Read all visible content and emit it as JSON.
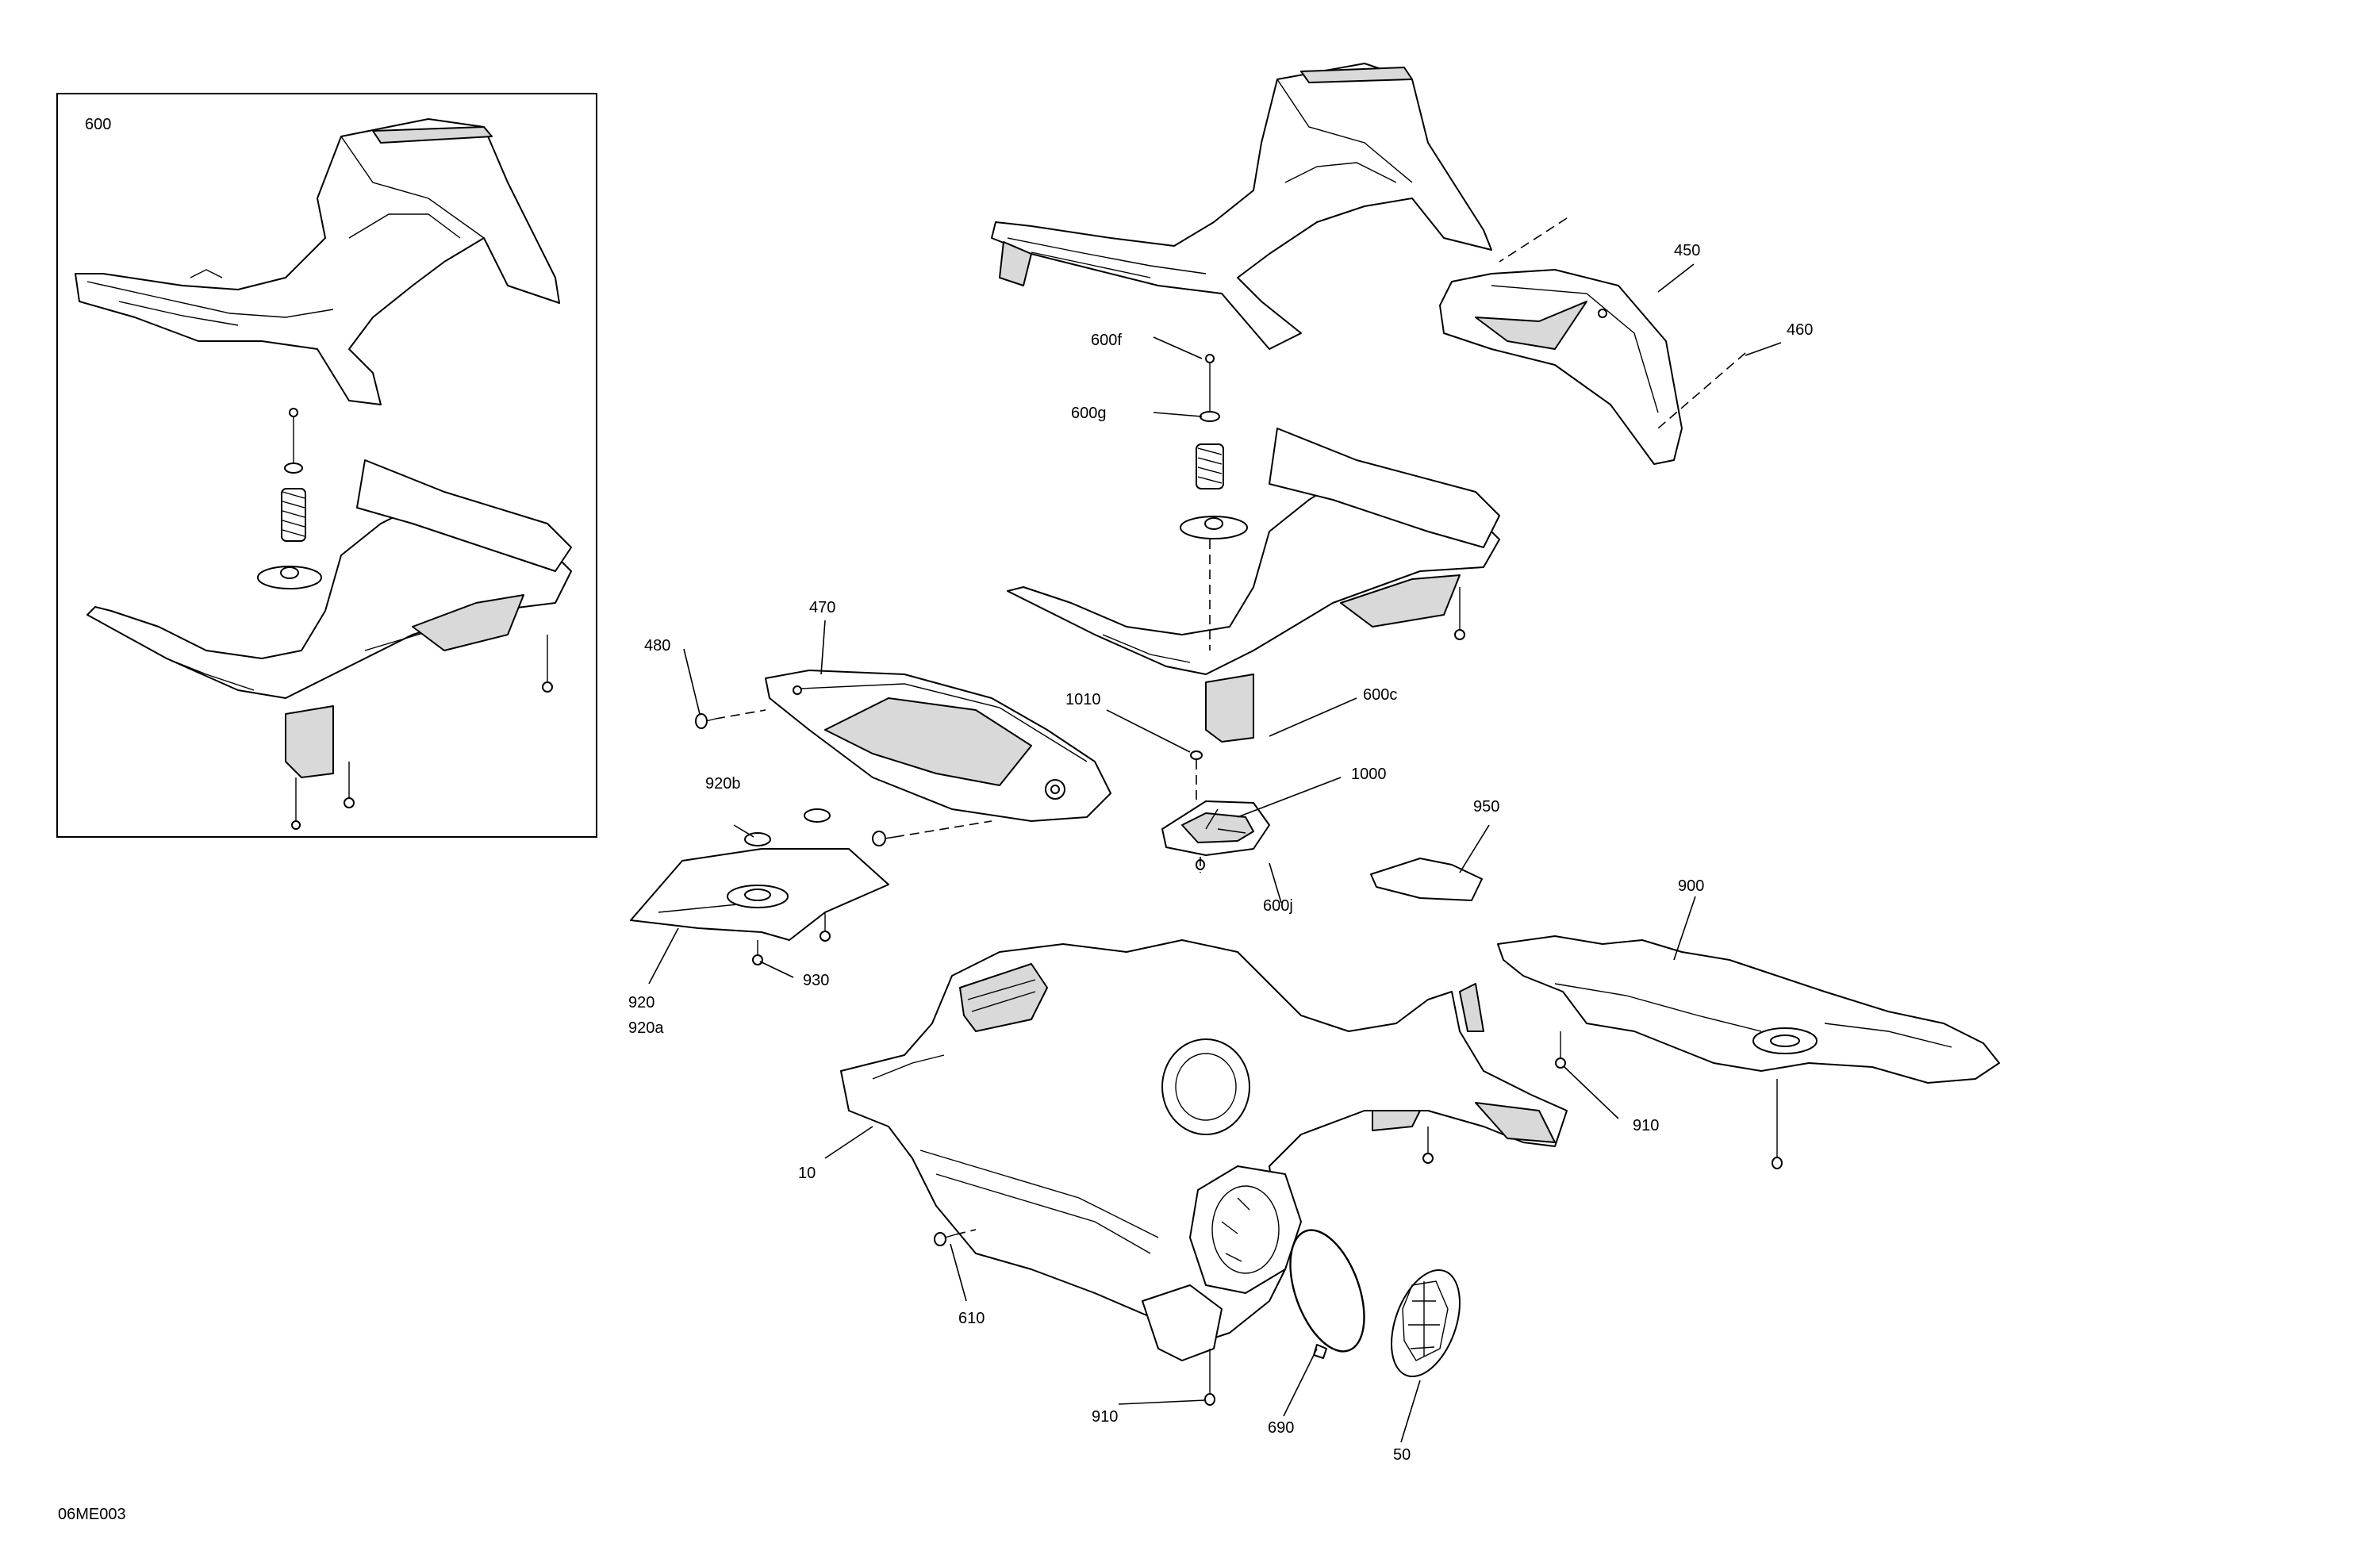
{
  "diagram_id": "06ME003",
  "inset_label": "600",
  "callouts": {
    "c10": "10",
    "c50": "50",
    "c450": "450",
    "c460": "460",
    "c470": "470",
    "c480": "480",
    "c600c": "600c",
    "c600f": "600f",
    "c600g": "600g",
    "c600j": "600j",
    "c610": "610",
    "c690": "690",
    "c900": "900",
    "c910_right": "910",
    "c910_bottom": "910",
    "c920": "920",
    "c920a": "920a",
    "c920b": "920b",
    "c930": "930",
    "c950": "950",
    "c1000": "1000",
    "c1010": "1010"
  }
}
